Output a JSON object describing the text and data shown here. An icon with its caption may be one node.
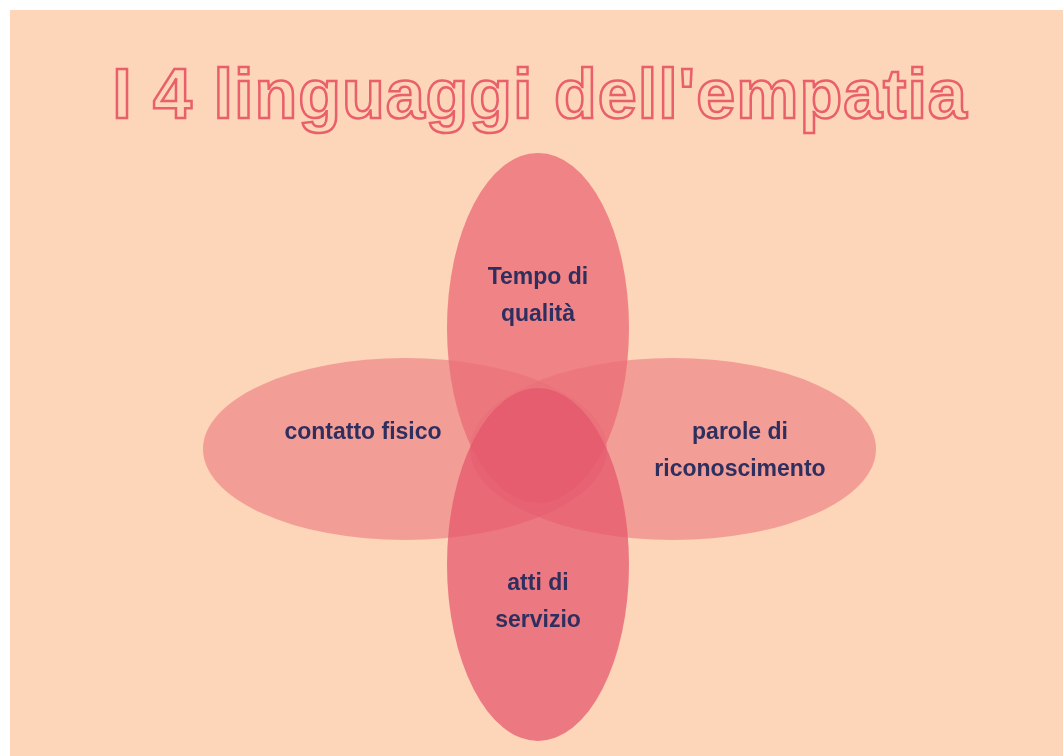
{
  "diagram": {
    "title": "I 4 linguaggi dell'empatia",
    "nodes": [
      {
        "text": [
          "Tempo di qualità"
        ]
      },
      {
        "text": [
          "contatto fisico"
        ]
      },
      {
        "text": [
          "parole di riconoscimento"
        ]
      },
      {
        "text": [
          "atti di servizio"
        ]
      }
    ]
  }
}
